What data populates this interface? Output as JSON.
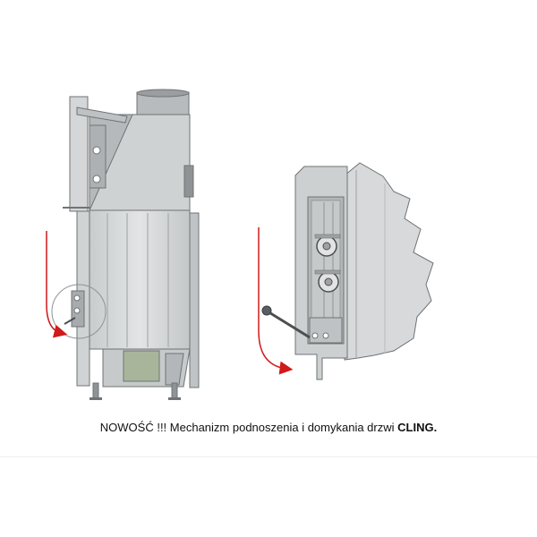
{
  "caption": {
    "prefix": "NOWOŚĆ !!!  Mechanizm podnoszenia i domykania drzwi ",
    "brand": "CLING."
  },
  "colors": {
    "body_light": "#d9dbdc",
    "body_mid": "#c4c7c9",
    "body_dark": "#9ea2a5",
    "outline": "#6f7376",
    "arrow": "#d11a1a",
    "glass": "#a9b59a"
  },
  "icons": {
    "fireplace": "fireplace-side-view",
    "mechanism": "door-lift-mechanism-detail",
    "arrow": "curved-down-arrow"
  }
}
